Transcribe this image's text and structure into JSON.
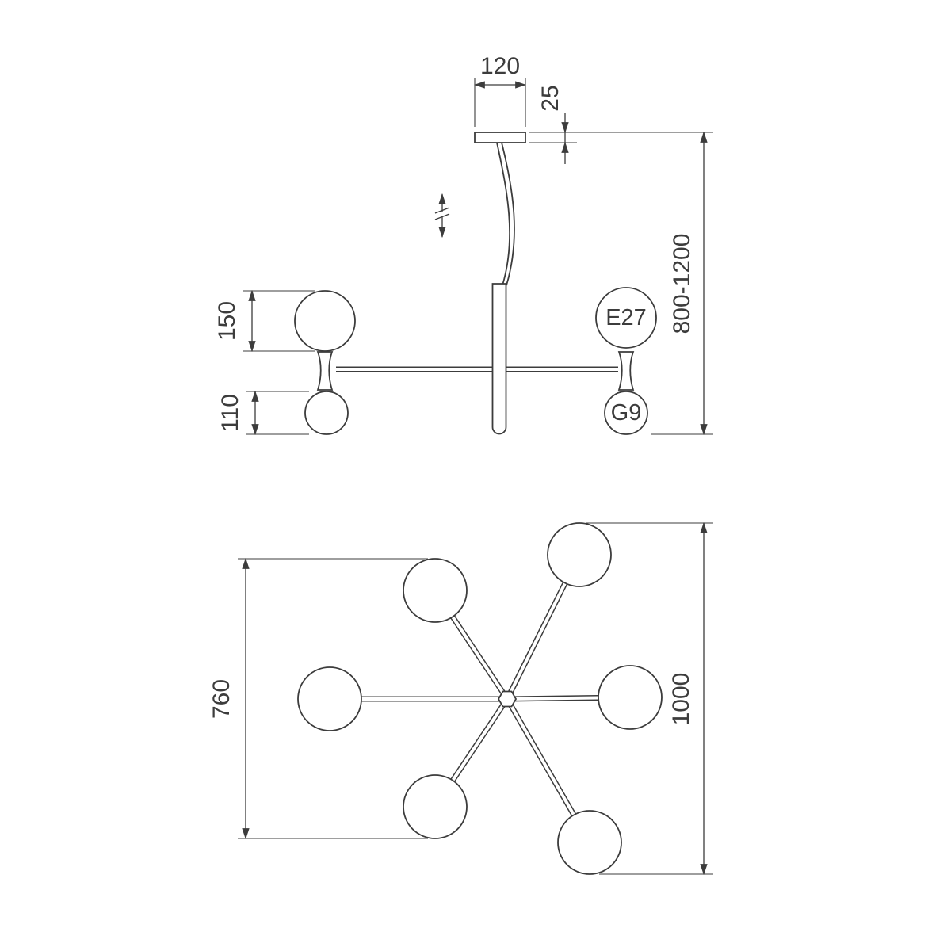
{
  "page": {
    "background": "#ffffff",
    "line_color": "#3c3c3c"
  },
  "side_view": {
    "labels": {
      "canopy_width": "120",
      "canopy_thickness": "25",
      "hanging_height": "800-1200",
      "large_globe_diameter": "150",
      "small_globe_diameter": "110",
      "socket_top": "E27",
      "socket_bottom": "G9"
    }
  },
  "plan_view": {
    "labels": {
      "inner_span": "760",
      "overall_span": "1000"
    }
  }
}
